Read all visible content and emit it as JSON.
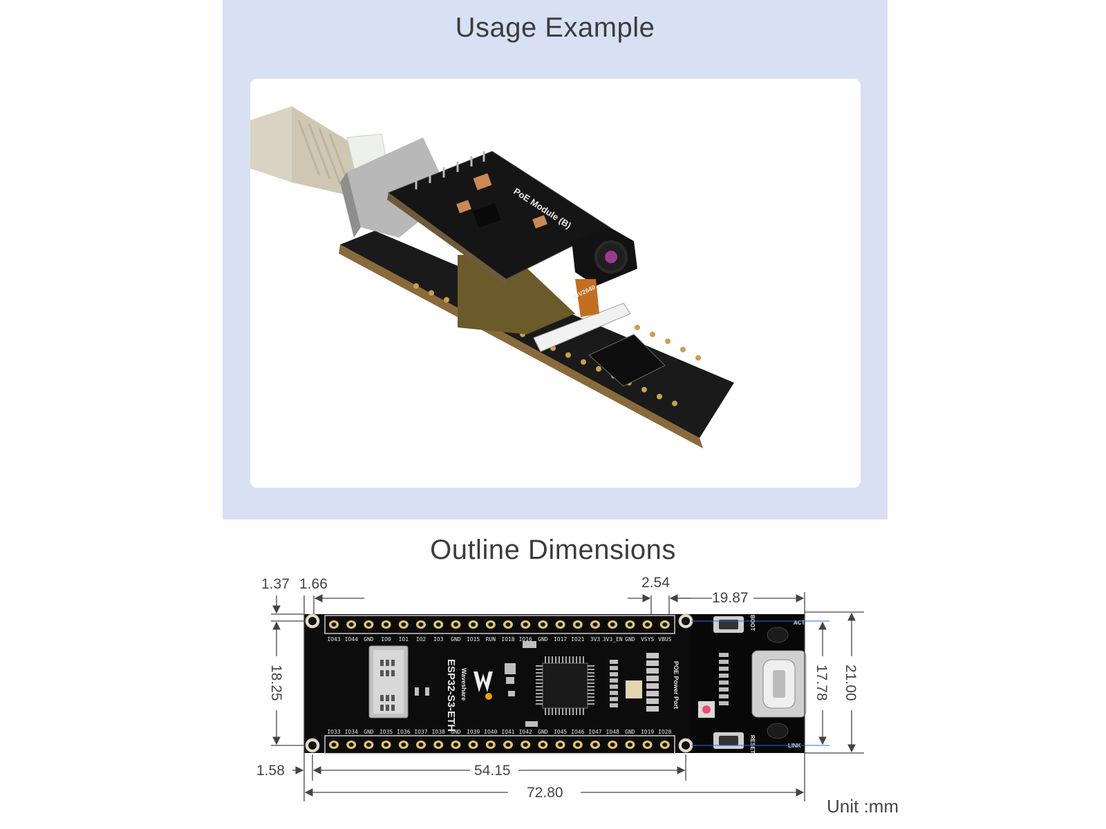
{
  "usage": {
    "title": "Usage Example",
    "photo": {
      "poe_label": "PoE Module (B)",
      "camera_label": "OV2640"
    }
  },
  "outline": {
    "title": "Outline Dimensions",
    "unit": "Unit :mm",
    "dims": {
      "d_1_37": "1.37",
      "d_1_66": "1.66",
      "d_2_54": "2.54",
      "d_19_87": "19.87",
      "d_18_25": "18.25",
      "d_17_78": "17.78",
      "d_21_00": "21.00",
      "d_1_58": "1.58",
      "d_54_15": "54.15",
      "d_72_80": "72.80"
    },
    "board": {
      "name": "ESP32-S3-ETH",
      "brand": "Waveshare",
      "boot": "BOOT",
      "reset": "RESET",
      "act": "ACT",
      "link": "LINK",
      "poe_port": "POE Power Port",
      "top_pins": [
        "IO43",
        "IO44",
        "GND",
        "IO0",
        "IO1",
        "IO2",
        "IO3",
        "GND",
        "IO15",
        "RUN",
        "IO18",
        "IO16",
        "GND",
        "IO17",
        "IO21",
        "3V3",
        "3V3_EN",
        "GND",
        "VSYS",
        "VBUS"
      ],
      "bottom_pins": [
        "IO33",
        "IO34",
        "GND",
        "IO35",
        "IO36",
        "IO37",
        "IO38",
        "GND",
        "IO39",
        "IO40",
        "IO41",
        "IO42",
        "GND",
        "IO45",
        "IO46",
        "IO47",
        "IO48",
        "GND",
        "IO19",
        "IO20"
      ]
    }
  }
}
